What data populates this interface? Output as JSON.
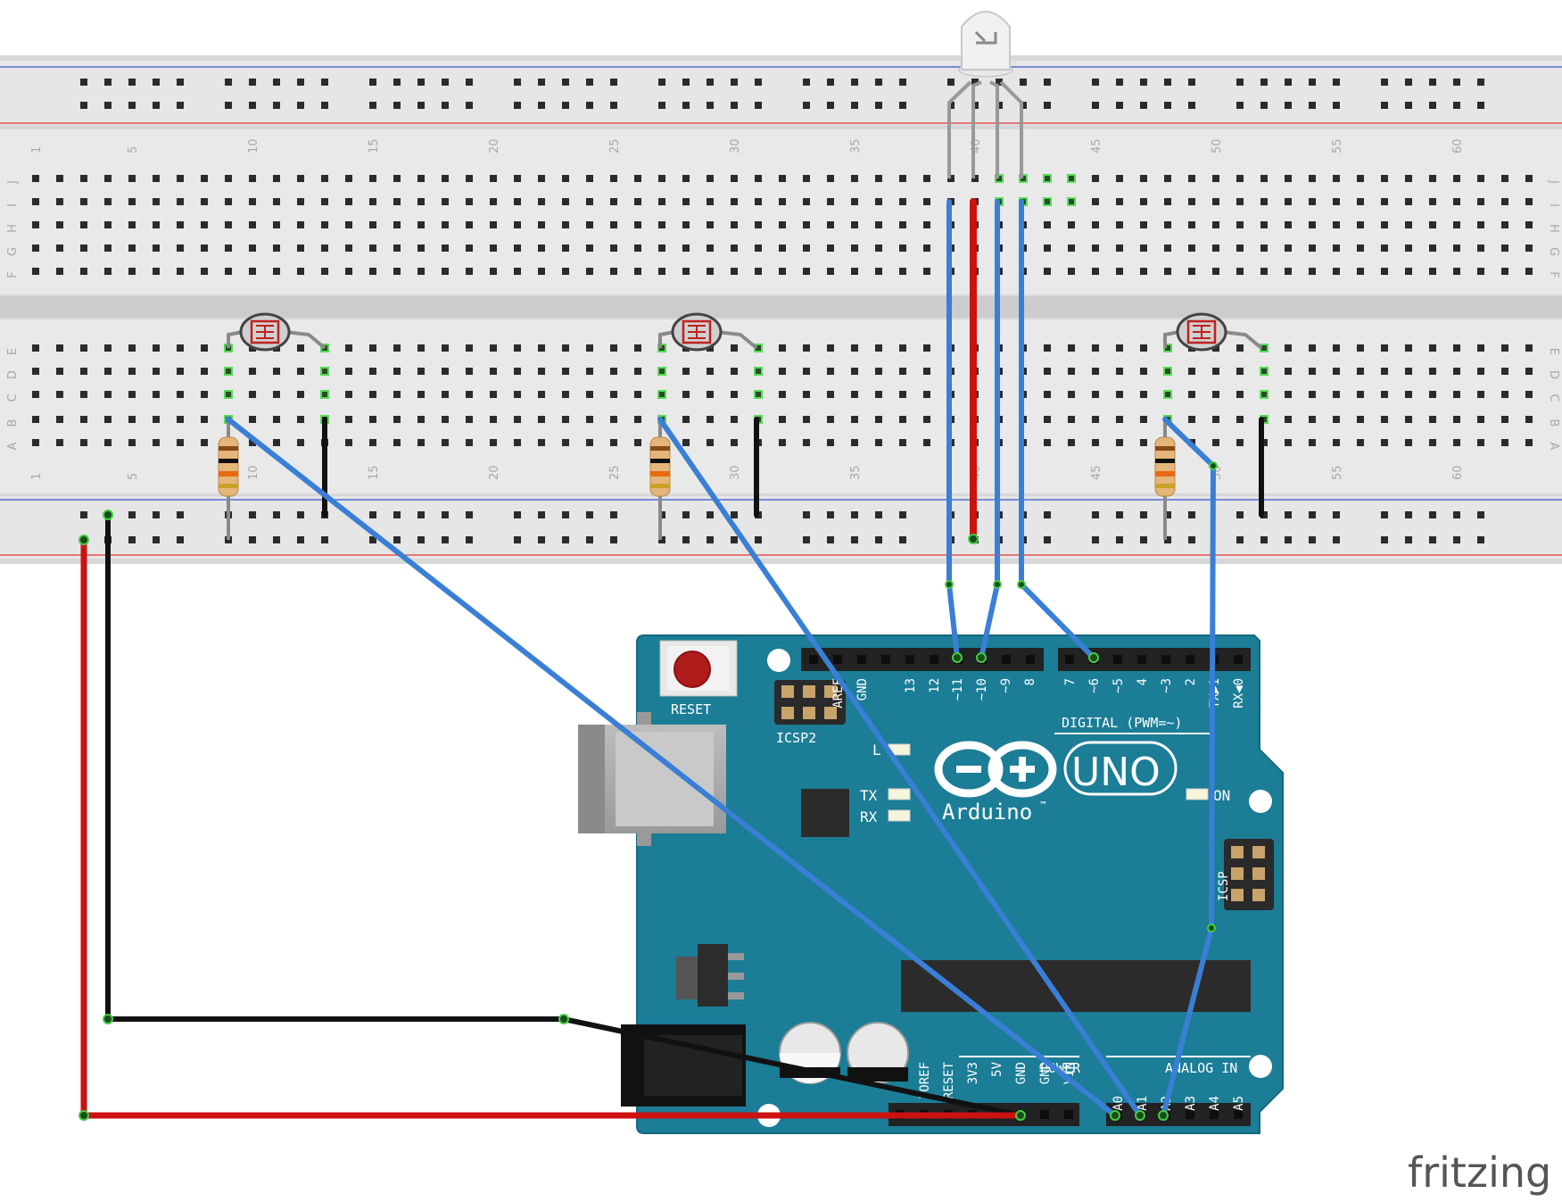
{
  "breadboard": {
    "column_numbers": [
      "1",
      "5",
      "10",
      "15",
      "20",
      "25",
      "30",
      "35",
      "40",
      "45",
      "50",
      "55",
      "60"
    ],
    "rows_top": [
      "J",
      "I",
      "H",
      "G",
      "F"
    ],
    "rows_bottom": [
      "E",
      "D",
      "C",
      "B",
      "A"
    ]
  },
  "arduino": {
    "reset_label": "RESET",
    "icsp2_label": "ICSP2",
    "icsp_label": "ICSP",
    "digital_label": "DIGITAL (PWM=~)",
    "power_label": "POWER",
    "analog_label": "ANALOG IN",
    "l_label": "L",
    "tx_label": "TX",
    "rx_label": "RX",
    "on_label": "ON",
    "uno_label": "UNO",
    "brand_label": "Arduino",
    "tm": "™",
    "digital_pins": [
      "AREF",
      "GND",
      "13",
      "12",
      "~11",
      "~10",
      "~9",
      "8",
      "7",
      "~6",
      "~5",
      "4",
      "~3",
      "2",
      "TX▶1",
      "RX◀0"
    ],
    "power_pins": [
      "IOREF",
      "RESET",
      "3V3",
      "5V",
      "GND",
      "GND",
      "VIN"
    ],
    "analog_pins": [
      "A0",
      "A1",
      "A2",
      "A3",
      "A4",
      "A5"
    ]
  },
  "watermark": "fritzing",
  "colors": {
    "board_teal": "#1b7d96",
    "breadboard": "#d6d6d6",
    "wire_blue": "#3a7fd6",
    "wire_red": "#cc1111",
    "wire_black": "#111111",
    "rail_red": "#e53333",
    "rail_blue": "#3355cc"
  }
}
